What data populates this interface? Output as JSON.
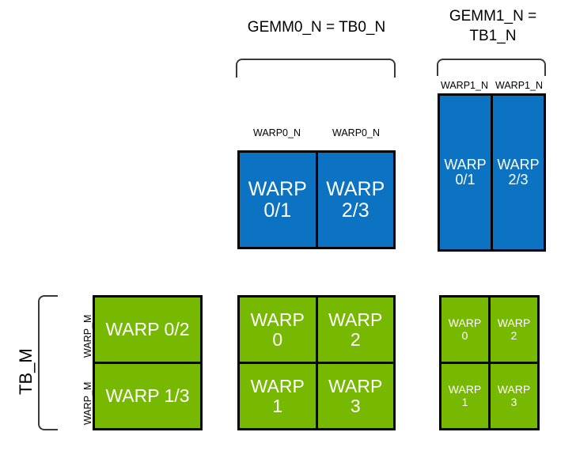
{
  "diagram": {
    "title_gemm0": "GEMM0_N = TB0_N",
    "title_gemm1": "GEMM1_N =\nTB1_N",
    "tb_m_label": "TB_M",
    "warp_m_label_top": "WARP_M",
    "warp_m_label_bottom": "WARP_M",
    "warp0_n_label_left": "WARP0_N",
    "warp0_n_label_right": "WARP0_N",
    "warp1_n_label_left": "WARP1_N",
    "warp1_n_label_right": "WARP1_N"
  },
  "colors": {
    "blue": "#0b73c1",
    "green": "#76b900",
    "border": "#000000",
    "bracket": "#3a3a3a",
    "text_on_fill": "#ffffff"
  },
  "blue_group_center": {
    "cells": [
      {
        "label": "WARP\n0/1"
      },
      {
        "label": "WARP\n2/3"
      }
    ]
  },
  "blue_group_right": {
    "cells": [
      {
        "label": "WARP\n0/1"
      },
      {
        "label": "WARP\n2/3"
      }
    ]
  },
  "green_group_left": {
    "cells": [
      {
        "label": "WARP 0/2"
      },
      {
        "label": "WARP 1/3"
      }
    ]
  },
  "green_group_center": {
    "cells": [
      {
        "label": "WARP\n0"
      },
      {
        "label": "WARP\n2"
      },
      {
        "label": "WARP\n1"
      },
      {
        "label": "WARP\n3"
      }
    ]
  },
  "green_group_right": {
    "cells": [
      {
        "label": "WARP\n0"
      },
      {
        "label": "WARP\n2"
      },
      {
        "label": "WARP\n1"
      },
      {
        "label": "WARP\n3"
      }
    ]
  }
}
